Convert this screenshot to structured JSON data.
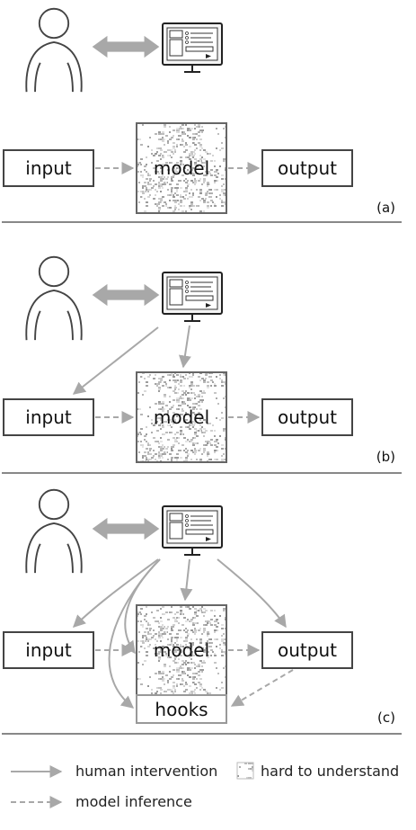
{
  "panels": [
    {
      "id": "a",
      "label": "(a)",
      "boxes": {
        "input": "input",
        "model": "model",
        "output": "output"
      }
    },
    {
      "id": "b",
      "label": "(b)",
      "boxes": {
        "input": "input",
        "model": "model",
        "output": "output"
      }
    },
    {
      "id": "c",
      "label": "(c)",
      "boxes": {
        "input": "input",
        "model": "model",
        "output": "output",
        "hooks": "hooks"
      }
    }
  ],
  "legend": {
    "human_intervention": "human intervention",
    "model_inference": "model inference",
    "hard_to_understand": "hard to understand"
  },
  "icons": [
    "person-icon",
    "computer-icon",
    "bidirectional-arrow-icon",
    "noise-texture-icon"
  ],
  "colors": {
    "stroke": "#444444",
    "arrow_gray": "#a8a8a8",
    "divider": "#888888",
    "noise": "#bdbdbd"
  }
}
